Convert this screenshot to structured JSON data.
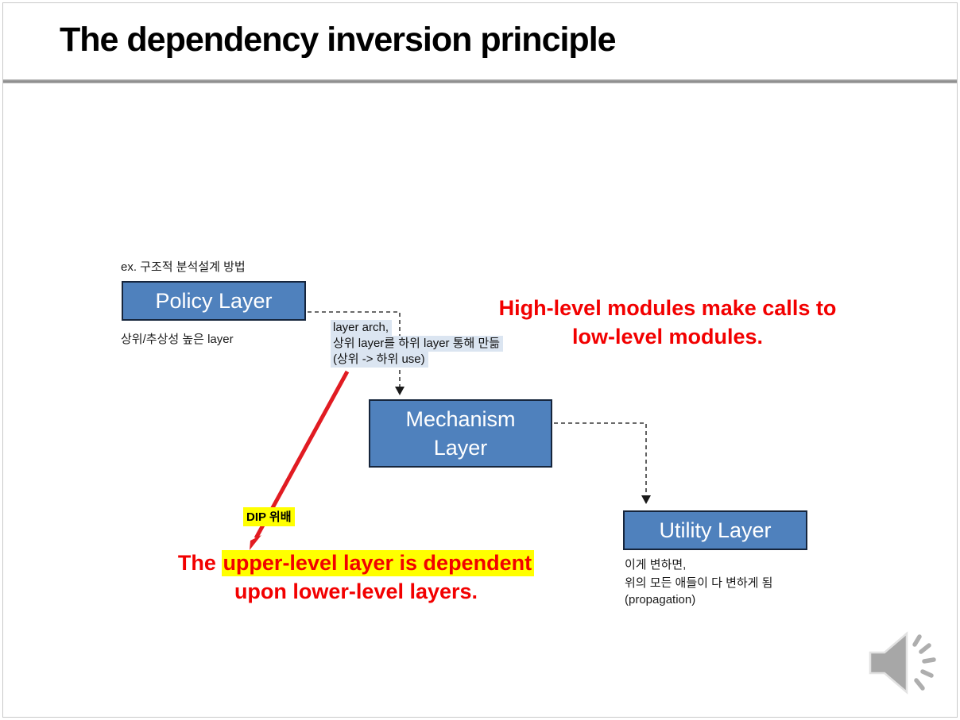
{
  "slide": {
    "title": "The dependency inversion principle"
  },
  "diagram": {
    "policy": {
      "label": "Policy Layer",
      "note_above": "ex. 구조적 분석설계 방법",
      "note_below": "상위/추상성 높은 layer"
    },
    "mechanism": {
      "label": "Mechanism Layer"
    },
    "utility": {
      "label": "Utility Layer",
      "notes": [
        "이게 변하면,",
        "위의 모든 애들이 다 변하게 됨",
        "(propagation)"
      ]
    },
    "annotation": {
      "lines": [
        "layer arch,",
        "상위 layer를 하위 layer 통해 만듦",
        "(상위 -> 하위 use)"
      ]
    },
    "dip_violation_label": "DIP 위배"
  },
  "callouts": {
    "high_level": {
      "line1": "High-level modules make calls to",
      "line2": "low-level modules."
    },
    "upper_level": {
      "prefix": "The ",
      "highlighted": "upper-level layer is dependent",
      "line2": "upon lower-level layers."
    }
  },
  "icons": {
    "audio": "speaker-icon"
  },
  "colors": {
    "box_fill": "#4f81bd",
    "box_border": "#16253c",
    "annotation_highlight": "#dbe5f1",
    "label_highlight": "#ffff00",
    "callout_red": "#f20000",
    "arrow_red": "#e11b22",
    "divider_gray": "#8f8f8f"
  }
}
